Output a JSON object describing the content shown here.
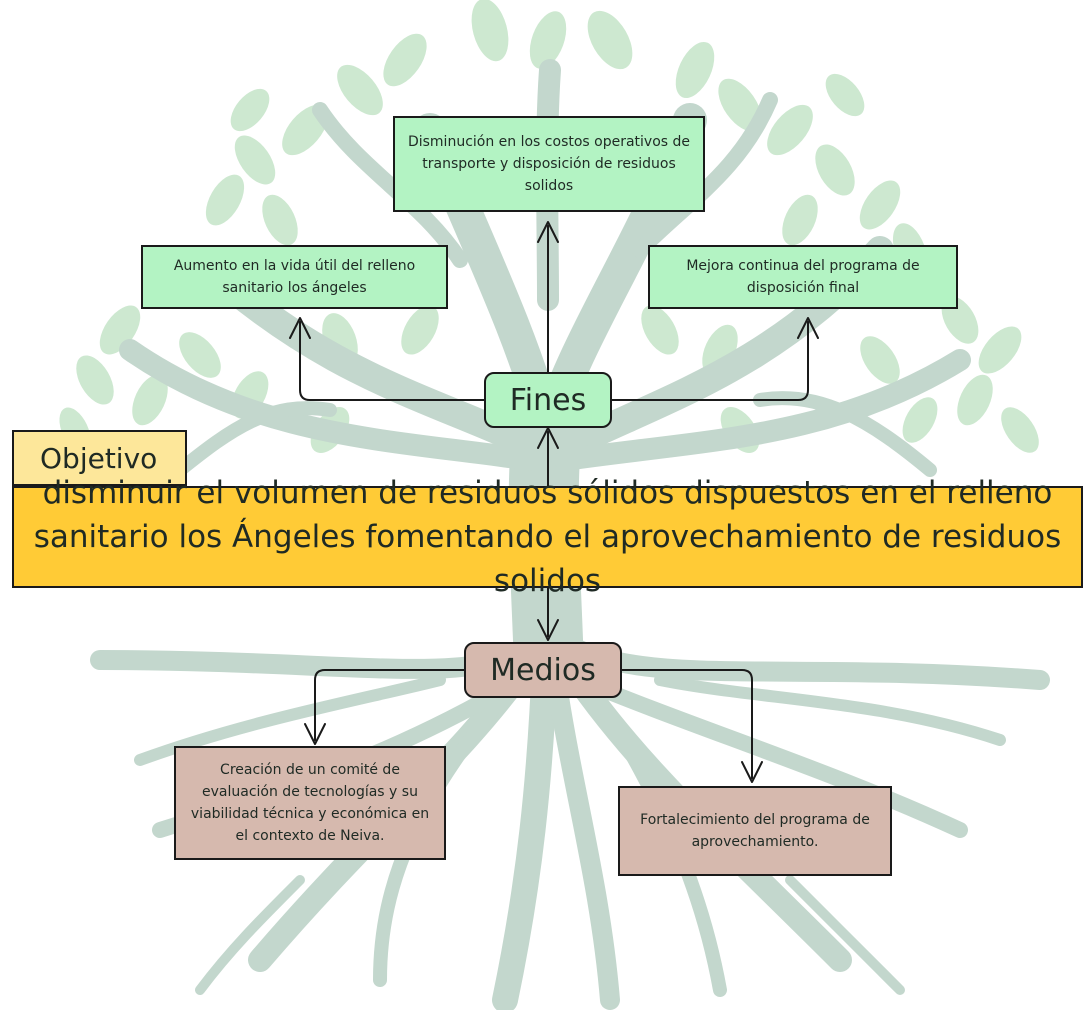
{
  "objetivo": {
    "label": "Objetivo",
    "text": "disminuir el volumen de residuos sólidos dispuestos en el relleno sanitario los Ángeles fomentando el aprovechamiento de residuos solidos"
  },
  "fines": {
    "label": "Fines",
    "items": [
      "Disminución en los costos operativos de transporte y disposición de residuos solidos",
      "Aumento en la vida útil del relleno sanitario los ángeles",
      "Mejora continua del programa de disposición final"
    ]
  },
  "medios": {
    "label": "Medios",
    "items": [
      "Creación de un comité de evaluación de tecnologías y su viabilidad técnica y económica en el contexto de Neiva.",
      "Fortalecimiento del programa de aprovechamiento."
    ]
  },
  "colors": {
    "tree": "#c3d7cd",
    "leaves": "#cde8d0",
    "fines_fill": "#b3f3c3",
    "medios_fill": "#d6b9ae",
    "objetivo_tag": "#fde79a",
    "objetivo_band": "#ffcb36",
    "outline": "#1a1a1a"
  }
}
